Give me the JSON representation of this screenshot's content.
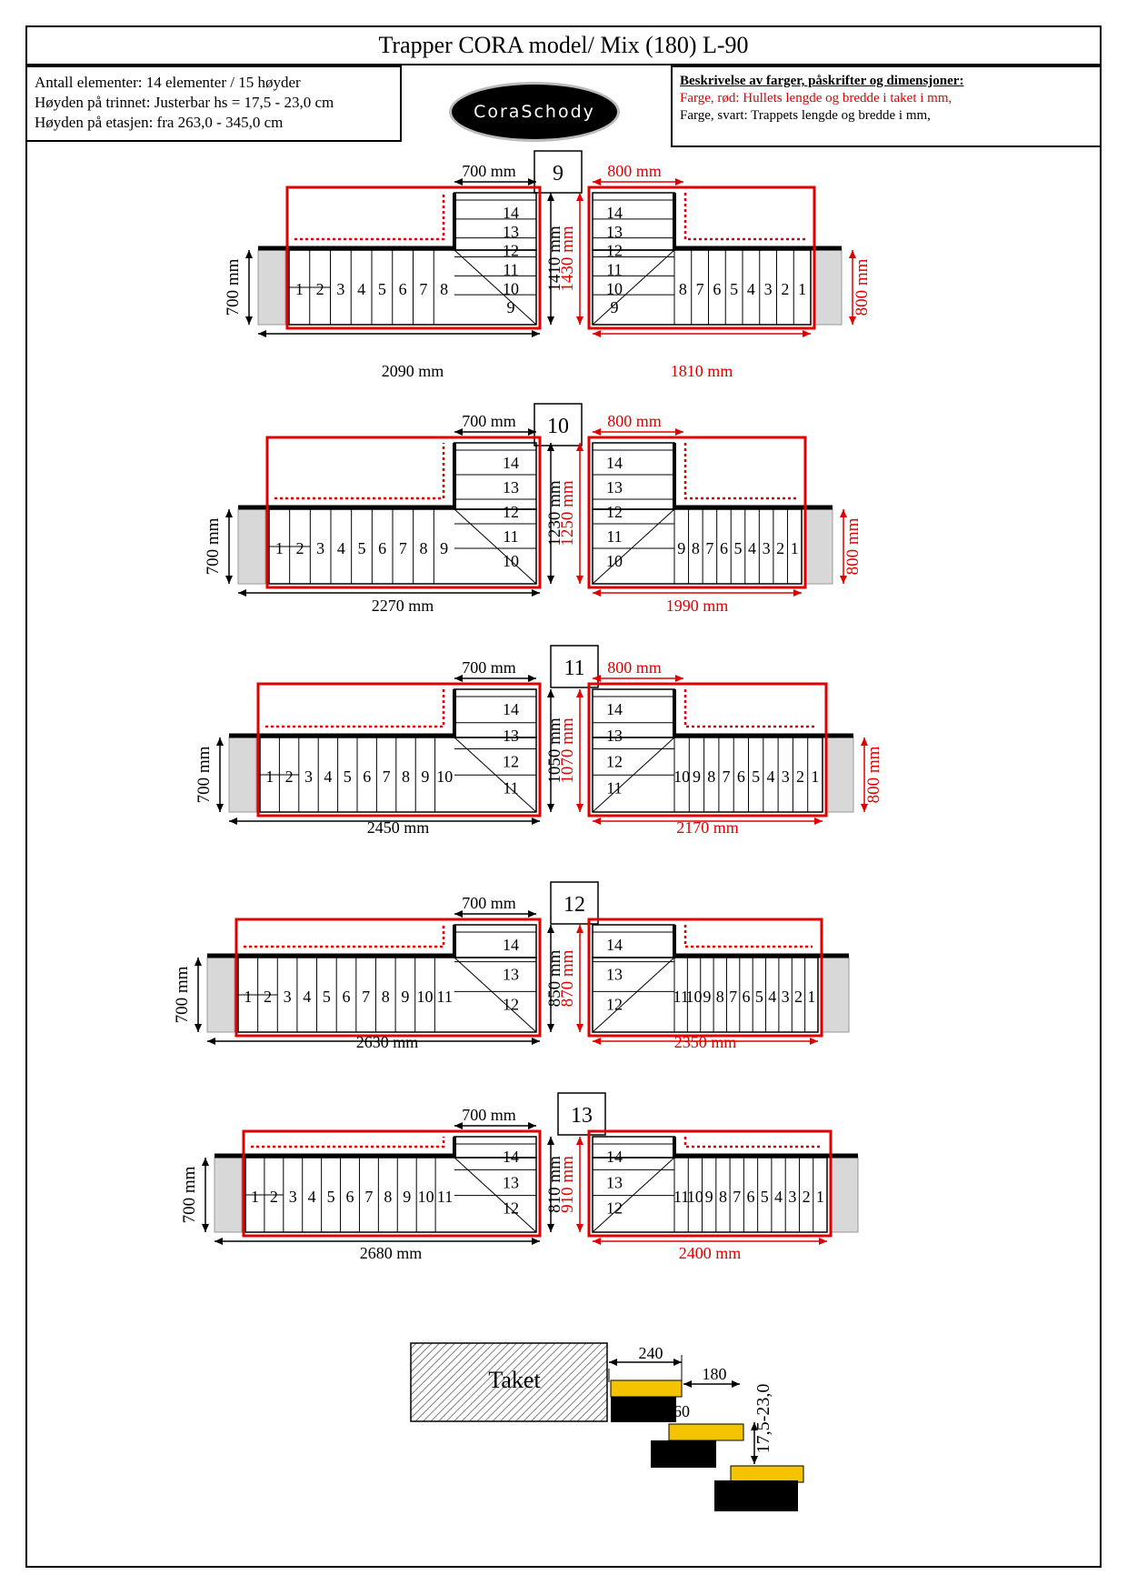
{
  "title": "Trapper CORA model/ Mix (180) L-90",
  "info": {
    "line1": "Antall elementer: 14 elementer / 15 høyder",
    "line2": "Høyden på trinnet: Justerbar hs = 17,5 - 23,0 cm",
    "line3": "Høyden på etasjen: fra 263,0 - 345,0 cm"
  },
  "logo_text": "CoraSchody",
  "description": {
    "heading": "Beskrivelse av farger, påskrifter og dimensjoner:",
    "red_line": "Farge, rød: Hullets lengde og bredde i taket i mm,",
    "black_line": "Farge, svart: Trappets lengde og bredde i mm,"
  },
  "colors": {
    "red": "#e00000",
    "black": "#000000",
    "grey": "#d8d8d8",
    "yellow": "#ffd700"
  },
  "variants": [
    {
      "id": "9",
      "left": {
        "top": "700 mm",
        "side": "700 mm",
        "depth": "1410 mm",
        "length": "2090 mm",
        "straight": [
          "1",
          "2",
          "3",
          "4",
          "5",
          "6",
          "7",
          "8"
        ],
        "winder": [
          "9",
          "10",
          "11",
          "12",
          "13",
          "14"
        ]
      },
      "right": {
        "top": "800 mm",
        "depth": "1430 mm",
        "side": "800 mm",
        "length": "1810 mm",
        "straight": [
          "1",
          "2",
          "3",
          "4",
          "5",
          "6",
          "7",
          "8"
        ],
        "winder": [
          "9",
          "10",
          "11",
          "12",
          "13",
          "14"
        ]
      }
    },
    {
      "id": "10",
      "left": {
        "top": "700 mm",
        "side": "700 mm",
        "depth": "1230 mm",
        "length": "2270 mm",
        "straight": [
          "1",
          "2",
          "3",
          "4",
          "5",
          "6",
          "7",
          "8",
          "9"
        ],
        "winder": [
          "10",
          "11",
          "12",
          "13",
          "14"
        ]
      },
      "right": {
        "top": "800 mm",
        "depth": "1250 mm",
        "side": "800 mm",
        "length": "1990 mm",
        "straight": [
          "1",
          "2",
          "3",
          "4",
          "5",
          "6",
          "7",
          "8",
          "9"
        ],
        "winder": [
          "10",
          "11",
          "12",
          "13",
          "14"
        ]
      }
    },
    {
      "id": "11",
      "left": {
        "top": "700 mm",
        "side": "700 mm",
        "depth": "1050 mm",
        "length": "2450 mm",
        "straight": [
          "1",
          "2",
          "3",
          "4",
          "5",
          "6",
          "7",
          "8",
          "9",
          "10"
        ],
        "winder": [
          "11",
          "12",
          "13",
          "14"
        ]
      },
      "right": {
        "top": "800 mm",
        "depth": "1070 mm",
        "side": "800 mm",
        "length": "2170 mm",
        "straight": [
          "1",
          "2",
          "3",
          "4",
          "5",
          "6",
          "7",
          "8",
          "9",
          "10"
        ],
        "winder": [
          "11",
          "12",
          "13",
          "14"
        ]
      }
    },
    {
      "id": "12",
      "left": {
        "top": "700 mm",
        "side": "700 mm",
        "depth": "850 mm",
        "length": "2630 mm",
        "straight": [
          "1",
          "2",
          "3",
          "4",
          "5",
          "6",
          "7",
          "8",
          "9",
          "10",
          "11"
        ],
        "winder": [
          "12",
          "13",
          "14"
        ]
      },
      "right": {
        "top": "",
        "depth": "870 mm",
        "side": "",
        "length": "2350 mm",
        "straight": [
          "1",
          "2",
          "3",
          "4",
          "5",
          "6",
          "7",
          "8",
          "9",
          "10",
          "11"
        ],
        "winder": [
          "12",
          "13",
          "14"
        ]
      }
    },
    {
      "id": "13",
      "left": {
        "top": "700 mm",
        "side": "700 mm",
        "depth": "810 mm",
        "length": "2680 mm",
        "straight": [
          "1",
          "2",
          "3",
          "4",
          "5",
          "6",
          "7",
          "8",
          "9",
          "10",
          "11"
        ],
        "winder": [
          "12",
          "13",
          "14"
        ]
      },
      "right": {
        "top": "",
        "depth": "910 mm",
        "side": "",
        "length": "2400 mm",
        "straight": [
          "1",
          "2",
          "3",
          "4",
          "5",
          "6",
          "7",
          "8",
          "9",
          "10",
          "11"
        ],
        "winder": [
          "12",
          "13",
          "14"
        ]
      }
    }
  ],
  "detail": {
    "ceiling_label": "Taket",
    "dim_240": "240",
    "dim_180": "180",
    "dim_60": "60",
    "dim_rise": "17,5-23,0"
  }
}
